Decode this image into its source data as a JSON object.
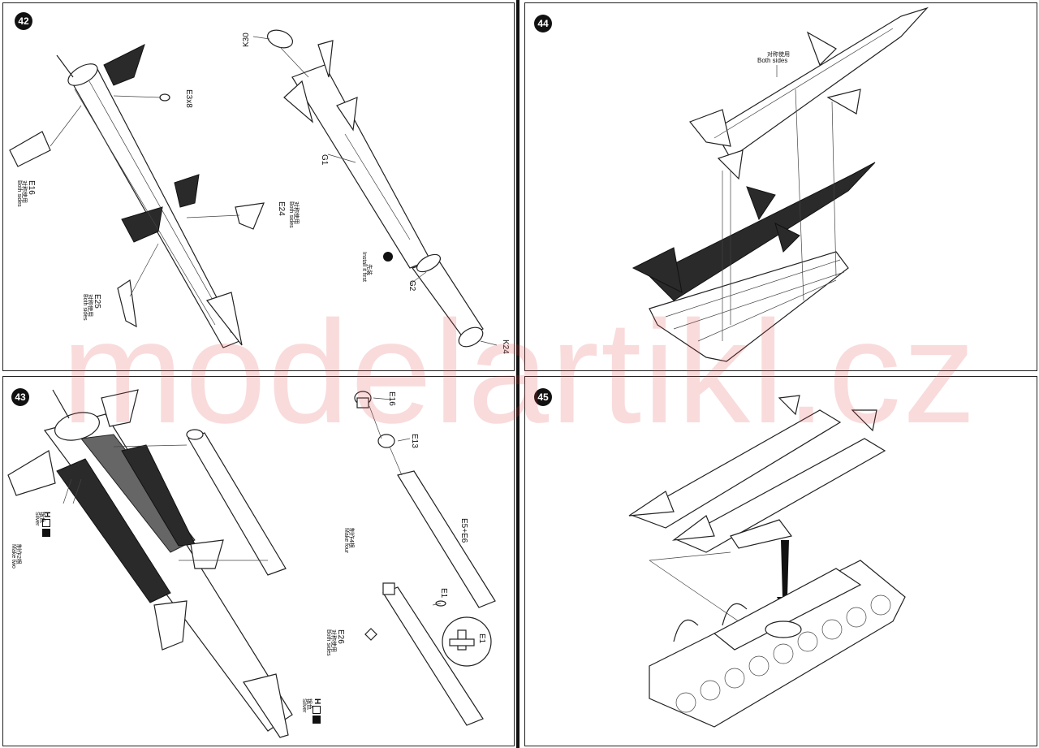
{
  "steps": {
    "s42": {
      "number": "42"
    },
    "s43": {
      "number": "43"
    },
    "s44": {
      "number": "44"
    },
    "s45": {
      "number": "45"
    }
  },
  "labels42": {
    "e3x8": "E3x8",
    "e16": "E16",
    "e16_cn": "对称使用",
    "e16_en": "Both sides",
    "e24": "E24",
    "e24_cn": "对称使用",
    "e24_en": "Both sides",
    "e25": "E25",
    "e25_cn": "对称使用",
    "e25_en": "Both sides",
    "k30": "K30",
    "g1": "G1",
    "g2": "G2",
    "k24": "K24",
    "install_cn": "先装",
    "install_en": "Install it first"
  },
  "labels43": {
    "e16": "E16",
    "e13": "E13",
    "e5e6": "E5+E6",
    "e1": "E1",
    "e1_detail": "E1",
    "e26": "E26",
    "e26_cn": "对称使用",
    "e26_en": "Both sides",
    "make_four_cn": "制作4根",
    "make_four_en": "Make four",
    "make_two_cn": "制作2根",
    "make_two_en": "Make two",
    "h_left": "H",
    "silver_cn_left": "银色",
    "silver_en_left": "Silver",
    "h_right": "H",
    "silver_cn_right": "银色",
    "silver_en_right": "Silver"
  },
  "labels44": {
    "both_cn": "对称使用",
    "both_en": "Both sides"
  },
  "watermark": "modelartikl.cz"
}
